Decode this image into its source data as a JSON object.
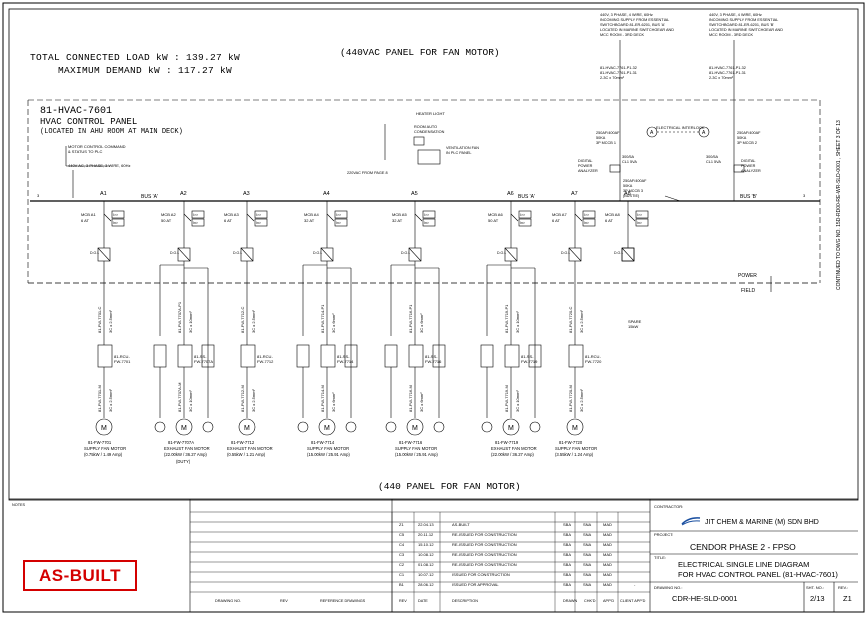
{
  "load": {
    "total": "TOTAL CONNECTED LOAD kW : 139.27 kW",
    "max": "MAXIMUM DEMAND kW : 117.27 kW"
  },
  "titles": {
    "top": "(440VAC PANEL FOR FAN MOTOR)",
    "bottom": "(440 PANEL FOR FAN MOTOR)"
  },
  "panel": {
    "id": "81-HVAC-7601",
    "title": "HVAC CONTROL PANEL",
    "location": "(LOCATED IN AHU ROOM AT MAIN DECK)"
  },
  "notes": {
    "control": [
      "MOTOR CONTROL COMMAND",
      "& STATUS TO PLC"
    ],
    "supply": "440V AC, 3 PHASE, 3 WIRE, 60Hz",
    "heater_light": "HEATER LIGHT",
    "aux_cond": [
      "ROOM AUTO",
      "CONDENSATION"
    ],
    "vent_fan": [
      "VENTILATION FAN",
      "IN PLC PANEL"
    ],
    "from_page": "220VAC FROM PAGE 8",
    "interlock": "ELECTRICAL INTERLOCK",
    "power_field": [
      "POWER",
      "FIELD"
    ],
    "continued": "CONTINUED TO DWG NO. 15D-RD00-RE-WR-SLD-0001 , SHEET 3 OF 13",
    "bus_a": "BUS 'A'",
    "bus_b": "BUS 'B'",
    "spare_a8": [
      "SPARE",
      "15kW"
    ],
    "digital_meter": [
      "DIGITAL",
      "POWER",
      "ANALYZER"
    ]
  },
  "incomers": {
    "left": {
      "source": [
        "440V, 3 PHASE, 4 WIRE, 60Hz",
        "INCOMING SUPPLY FROM ESSENTIAL",
        "SWITCHBOARD 81-ER-6201, BUS 'A'",
        "LOCATED IN MARINE SWITCHGEAR AND",
        "MCC ROOM - 3RD DECK"
      ],
      "cable": [
        "81-HVAC-7761-P1-32",
        "81-HVAC-7761-P1-31",
        "2-3C x 70mm²"
      ],
      "breaker": [
        "250AF/400AF",
        "50KA",
        "3P MCCB 1"
      ],
      "ct": [
        "300/5A",
        "CL1 5VA"
      ]
    },
    "right": {
      "source": [
        "440V, 3 PHASE, 4 WIRE, 60Hz",
        "INCOMING SUPPLY FROM ESSENTIAL",
        "SWITCHBOARD 81-ER-6201, BUS 'B'",
        "LOCATED IN MARINE SWITCHGEAR AND",
        "MCC ROOM - 3RD DECK"
      ],
      "cable": [
        "81-HVAC-7761-P1-32",
        "81-HVAC-7761-P1-31",
        "2-3C x 70mm²"
      ],
      "breaker": [
        "250AF/400AF",
        "50KA",
        "3P MCCB 2"
      ],
      "ct": [
        "300/5A",
        "CL1 5VA"
      ]
    },
    "bustie": [
      "250AF/400AF",
      "50KA",
      "3P MCCB 3",
      "(BUSTIE)"
    ]
  },
  "feeders": [
    {
      "tag": "A1",
      "mcb": "MCB A1",
      "rating": "6 AT",
      "cable1": "81-FW-7701-C",
      "size1": "3C x 2.5mm²",
      "rcu": [
        "81-RCU-",
        "FW-7701"
      ],
      "cable2": "81-FW-7701-M",
      "size2": "3C x 2.5mm²",
      "motor_tag": "81-FW-7701",
      "motor_desc": "SUPPLY FAN MOTOR",
      "motor_rating": "(0.75kW / 1.49 Amp)",
      "duty": ""
    },
    {
      "tag": "A2",
      "mcb": "MCB A2",
      "rating": "50 AT",
      "cable1": "81-FW-7707A-P1",
      "size1": "3C x 10mm²",
      "rcu": [
        "81-SS-",
        "FW-7707A"
      ],
      "cable2": "81-FW-7707A-M",
      "size2": "3C x 10mm²",
      "motor_tag": "81-FW-7707A",
      "motor_desc": "EXHAUST FAN MOTOR",
      "motor_rating": "(22.00kW / 36.27 Amp)",
      "duty": "(DUTY)"
    },
    {
      "tag": "A3",
      "mcb": "MCB A3",
      "rating": "6 AT",
      "cable1": "81-FW-7712-C",
      "size1": "3C x 2.5mm²",
      "rcu": [
        "81-RCU-",
        "FW-7712"
      ],
      "cable2": "81-FW-7712-M",
      "size2": "3C x 2.5mm²",
      "motor_tag": "81-FW-7712",
      "motor_desc": "EXHAUST FAN MOTOR",
      "motor_rating": "(0.55kW / 1.21 Amp)",
      "duty": ""
    },
    {
      "tag": "A4",
      "mcb": "MCB A4",
      "rating": "32 AT",
      "cable1": "81-FW-7714-P1",
      "size1": "3C x 6mm²",
      "rcu": [
        "81-SS-",
        "FW-7714"
      ],
      "cable2": "81-FW-7714-M",
      "size2": "3C x 6mm²",
      "motor_tag": "81-FW-7714",
      "motor_desc": "SUPPLY FAN MOTOR",
      "motor_rating": "(15.00kW / 25.91 Amp)",
      "duty": ""
    },
    {
      "tag": "A5",
      "mcb": "MCB A5",
      "rating": "32 AT",
      "cable1": "81-FW-7716-P1",
      "size1": "3C x 6mm²",
      "rcu": [
        "81-SS-",
        "FW-7716"
      ],
      "cable2": "81-FW-7716-M",
      "size2": "3C x 6mm²",
      "motor_tag": "81-FW-7716",
      "motor_desc": "SUPPLY FAN MOTOR",
      "motor_rating": "(15.00kW / 25.91 Amp)",
      "duty": ""
    },
    {
      "tag": "A6",
      "mcb": "MCB A6",
      "rating": "50 AT",
      "cable1": "81-FW-7719-P1",
      "size1": "3C x 10mm²",
      "rcu": [
        "81-SS-",
        "FW-7719"
      ],
      "cable2": "81-FW-7719-M",
      "size2": "3C x 10mm²",
      "motor_tag": "81-FW-7719",
      "motor_desc": "EXHAUST FAN MOTOR",
      "motor_rating": "(22.00kW / 36.27 Amp)",
      "duty": ""
    },
    {
      "tag": "A7",
      "mcb": "MCB A7",
      "rating": "6 AT",
      "cable1": "81-FW-7720-C",
      "size1": "3C x 2.5mm²",
      "rcu": [
        "81-RCU-",
        "FW-7720"
      ],
      "cable2": "81-FW-7720-M",
      "size2": "3C x 2.5mm²",
      "motor_tag": "81-FW-7720",
      "motor_desc": "SUPPLY FAN MOTOR",
      "motor_rating": "(3.55kW / 1.24 Amp)",
      "duty": ""
    },
    {
      "tag": "A8",
      "mcb": "MCB A8",
      "rating": "6 AT",
      "cable1": "",
      "size1": "",
      "rcu": [],
      "cable2": "",
      "size2": "",
      "motor_tag": "",
      "motor_desc": "",
      "motor_rating": "",
      "duty": ""
    }
  ],
  "revisions": [
    {
      "rev": "Z1",
      "date": "22.04.13",
      "desc": "AS-BUILT",
      "drawn": "SBA",
      "chkd": "SNA",
      "appd": "MAD",
      "client": ""
    },
    {
      "rev": "C5",
      "date": "20.11.12",
      "desc": "RE-ISSUED FOR CONSTRUCTION",
      "drawn": "SBA",
      "chkd": "SNA",
      "appd": "MAD",
      "client": ""
    },
    {
      "rev": "C4",
      "date": "15.10.12",
      "desc": "RE-ISSUED FOR CONSTRUCTION",
      "drawn": "SBA",
      "chkd": "SNA",
      "appd": "MAD",
      "client": ""
    },
    {
      "rev": "C3",
      "date": "10.08.12",
      "desc": "RE-ISSUED FOR CONSTRUCTION",
      "drawn": "SBA",
      "chkd": "SNA",
      "appd": "MAD",
      "client": ""
    },
    {
      "rev": "C2",
      "date": "01.08.12",
      "desc": "RE-ISSUED FOR CONSTRUCTION",
      "drawn": "SBA",
      "chkd": "SNA",
      "appd": "MAD",
      "client": ""
    },
    {
      "rev": "C1",
      "date": "10.07.12",
      "desc": "ISSUED FOR CONSTRUCTION",
      "drawn": "SBA",
      "chkd": "SNA",
      "appd": "MAD",
      "client": ""
    },
    {
      "rev": "B1",
      "date": "28.06.12",
      "desc": "ISSUED FOR APPROVAL",
      "drawn": "SBA",
      "chkd": "SNA",
      "appd": "MAD",
      "client": "-"
    }
  ],
  "table_headers": {
    "drawing_no": "DRAWING NO.",
    "rev": "REV",
    "ref_drawings": "REFERENCE DRAWINGS",
    "rev2": "REV",
    "date": "DATE",
    "description": "DESCRIPTION",
    "drawn": "DRAWN",
    "chkd": "CHK'D",
    "appd": "APP'D",
    "client_appd": "CLIENT APP'D",
    "notes": "NOTES"
  },
  "title_block": {
    "contractor_label": "CONTRACTOR:",
    "company": "JIT CHEM & MARINE (M) SDN BHD",
    "project_label": "PROJECT:",
    "project": "CENDOR PHASE 2 - FPSO",
    "title_label": "TITLE:",
    "title_line1": "ELECTRICAL SINGLE LINE DIAGRAM",
    "title_line2": "FOR HVAC CONTROL PANEL (81-HVAC-7601)",
    "drawing_no_label": "DRAWING NO.:",
    "drawing_no": "CDR-HE-SLD-0001",
    "sheet_label": "SHT. NO.:",
    "sheet": "2/13",
    "rev_label": "REV.:",
    "rev": "Z1"
  },
  "stamp": "AS-BUILT",
  "colors": {
    "line": "#000000",
    "stamp": "#d40000",
    "logo": "#1a4fa0"
  }
}
